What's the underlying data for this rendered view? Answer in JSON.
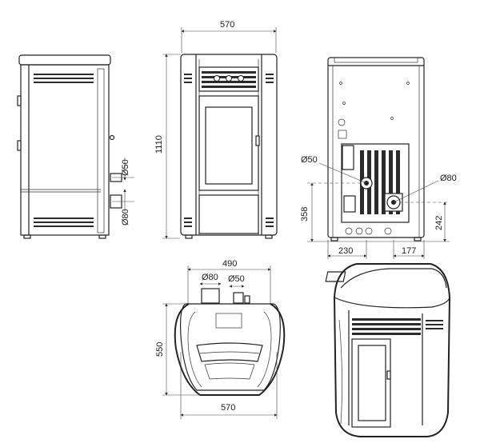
{
  "dimensions": {
    "top_width": "570",
    "height": "1110",
    "flue_side": "Ø50",
    "air_side": "Ø80",
    "rear_flue": "Ø50",
    "rear_air": "Ø80",
    "rear_height_flue": "358",
    "rear_height_air": "242",
    "rear_offset_left": "230",
    "rear_offset_right": "177",
    "plan_depth_top": "490",
    "plan_air": "Ø80",
    "plan_flue": "Ø50",
    "plan_depth": "550",
    "plan_width": "570"
  }
}
